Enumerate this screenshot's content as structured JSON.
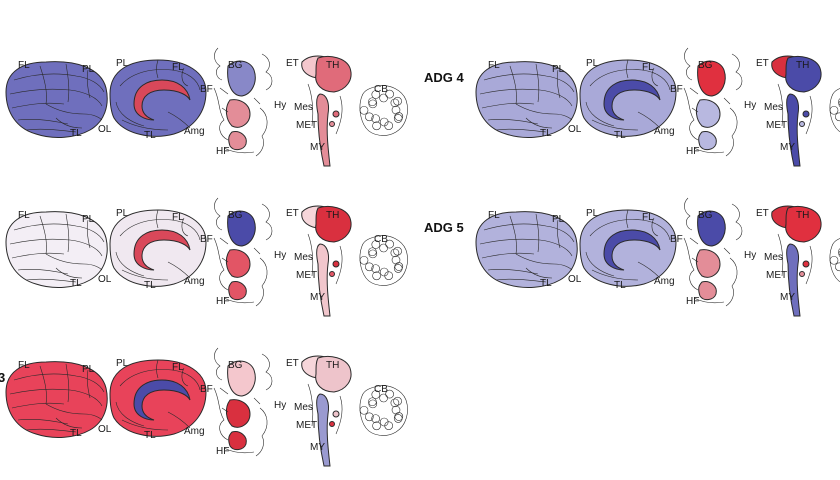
{
  "panels": [
    {
      "title": "",
      "lateral": "#6f6fbd",
      "medial": "#6f6fbd",
      "callosum": "#d9485a",
      "bg": "#8888c8",
      "sub": "#e38d98",
      "et": "#f4c7cd",
      "th": "#e06b7a",
      "brainstem": "#e38d98",
      "labels": {
        "fl": "FL",
        "pl": "PL",
        "tl": "TL",
        "ol": "OL",
        "pl_m": "PL",
        "fl_m": "FL",
        "tl_m": "TL",
        "bg": "BG",
        "bf": "BF",
        "amg": "Amg",
        "hf": "HF",
        "hy": "Hy",
        "et": "ET",
        "th": "TH",
        "mes": "Mes",
        "met": "MET",
        "my": "MY",
        "cb": "CB"
      }
    },
    {
      "title": "",
      "lateral": "#f3eef5",
      "medial": "#f0e8f0",
      "callosum": "#d9485a",
      "bg": "#4b4ba8",
      "sub": "#e25565",
      "et": "#f6d6da",
      "th": "#d9303f",
      "brainstem": "#f1c6cc",
      "labels": {
        "fl": "FL",
        "pl": "PL",
        "tl": "TL",
        "ol": "OL",
        "pl_m": "PL",
        "fl_m": "FL",
        "tl_m": "TL",
        "bg": "BG",
        "bf": "BF",
        "amg": "Amg",
        "hf": "HF",
        "hy": "Hy",
        "et": "ET",
        "th": "TH",
        "mes": "Mes",
        "met": "MET",
        "my": "MY",
        "cb": "CB"
      }
    },
    {
      "title": "3",
      "lateral": "#e8435a",
      "medial": "#e8435a",
      "callosum": "#4b4ba8",
      "bg": "#f4c7cd",
      "sub": "#d9303f",
      "et": "#f6d6da",
      "th": "#eec4cb",
      "brainstem": "#9a9ad0",
      "labels": {
        "fl": "FL",
        "pl": "PL",
        "tl": "TL",
        "ol": "OL",
        "pl_m": "PL",
        "fl_m": "FL",
        "tl_m": "TL",
        "bg": "BG",
        "bf": "BF",
        "amg": "Amg",
        "hf": "HF",
        "hy": "Hy",
        "et": "ET",
        "th": "TH",
        "mes": "Mes",
        "met": "MET",
        "my": "MY",
        "cb": "CB"
      }
    },
    {
      "title": "ADG 4",
      "lateral": "#a9a9d8",
      "medial": "#a9a9d8",
      "callosum": "#4b4ba8",
      "bg": "#e0303f",
      "sub": "#b8b8e0",
      "et": "#d9303f",
      "th": "#4b4ba8",
      "brainstem": "#4b4ba8",
      "labels": {
        "fl": "FL",
        "pl": "PL",
        "tl": "TL",
        "ol": "OL",
        "pl_m": "PL",
        "fl_m": "FL",
        "tl_m": "TL",
        "bg": "BG",
        "bf": "BF",
        "amg": "Amg",
        "hf": "HF",
        "hy": "Hy",
        "et": "ET",
        "th": "TH",
        "mes": "Mes",
        "met": "MET",
        "my": "MY",
        "cb": ""
      }
    },
    {
      "title": "ADG 5",
      "lateral": "#b2b2dc",
      "medial": "#b2b2dc",
      "callosum": "#4b4ba8",
      "bg": "#4b4ba8",
      "sub": "#e38d98",
      "et": "#d9303f",
      "th": "#e0303f",
      "brainstem": "#6f6fbd",
      "labels": {
        "fl": "FL",
        "pl": "PL",
        "tl": "TL",
        "ol": "OL",
        "pl_m": "PL",
        "fl_m": "FL",
        "tl_m": "TL",
        "bg": "BG",
        "bf": "BF",
        "amg": "Amg",
        "hf": "HF",
        "hy": "Hy",
        "et": "ET",
        "th": "TH",
        "mes": "Mes",
        "met": "MET",
        "my": "MY",
        "cb": ""
      }
    }
  ]
}
